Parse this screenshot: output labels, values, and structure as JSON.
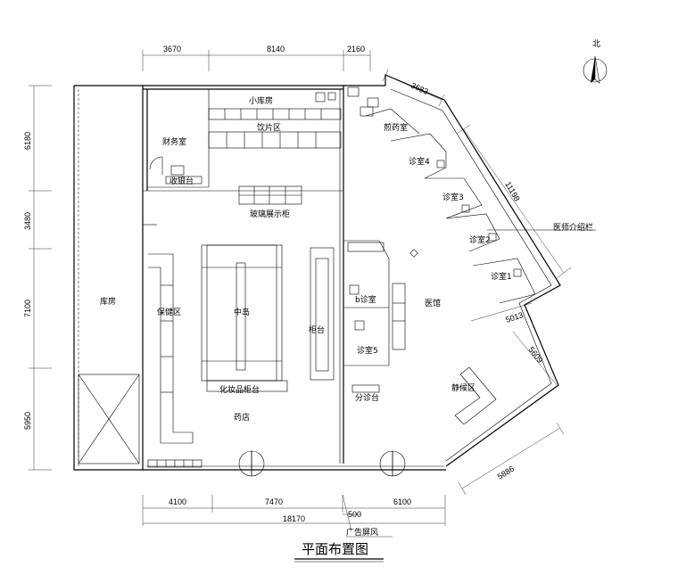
{
  "title": "平面布置图",
  "north_label": "北",
  "dimensions": {
    "top": [
      "3670",
      "8140",
      "2160"
    ],
    "left": [
      "6180",
      "3480",
      "7100",
      "5950"
    ],
    "bottom": [
      "4100",
      "7470",
      "6100"
    ],
    "bottom_total": "18170",
    "bottom_small": "500",
    "diagonal": [
      "3683",
      "11198",
      "5013",
      "5609",
      "5886"
    ]
  },
  "rooms": {
    "small_warehouse": "小库房",
    "finance_room": "财务室",
    "cashier": "收银台",
    "drinks_area": "饮片区",
    "glass_display": "玻璃展示柜",
    "warehouse": "库房",
    "healthcare_area": "保健区",
    "central_island": "中岛",
    "counter": "柜台",
    "cosmetics_counter": "化妆品柜台",
    "pharmacy": "药店",
    "consult_5": "诊室5",
    "consult_b": "b诊室",
    "clinic": "医馆",
    "triage": "分诊台",
    "rest_area": "静候区",
    "dispensary": "煎药室",
    "consult_4": "诊室4",
    "consult_3": "诊室3",
    "consult_2": "诊室2",
    "consult_1": "诊室1",
    "doctor_intro": "医师介绍栏",
    "ad_screen": "广告屏风"
  }
}
